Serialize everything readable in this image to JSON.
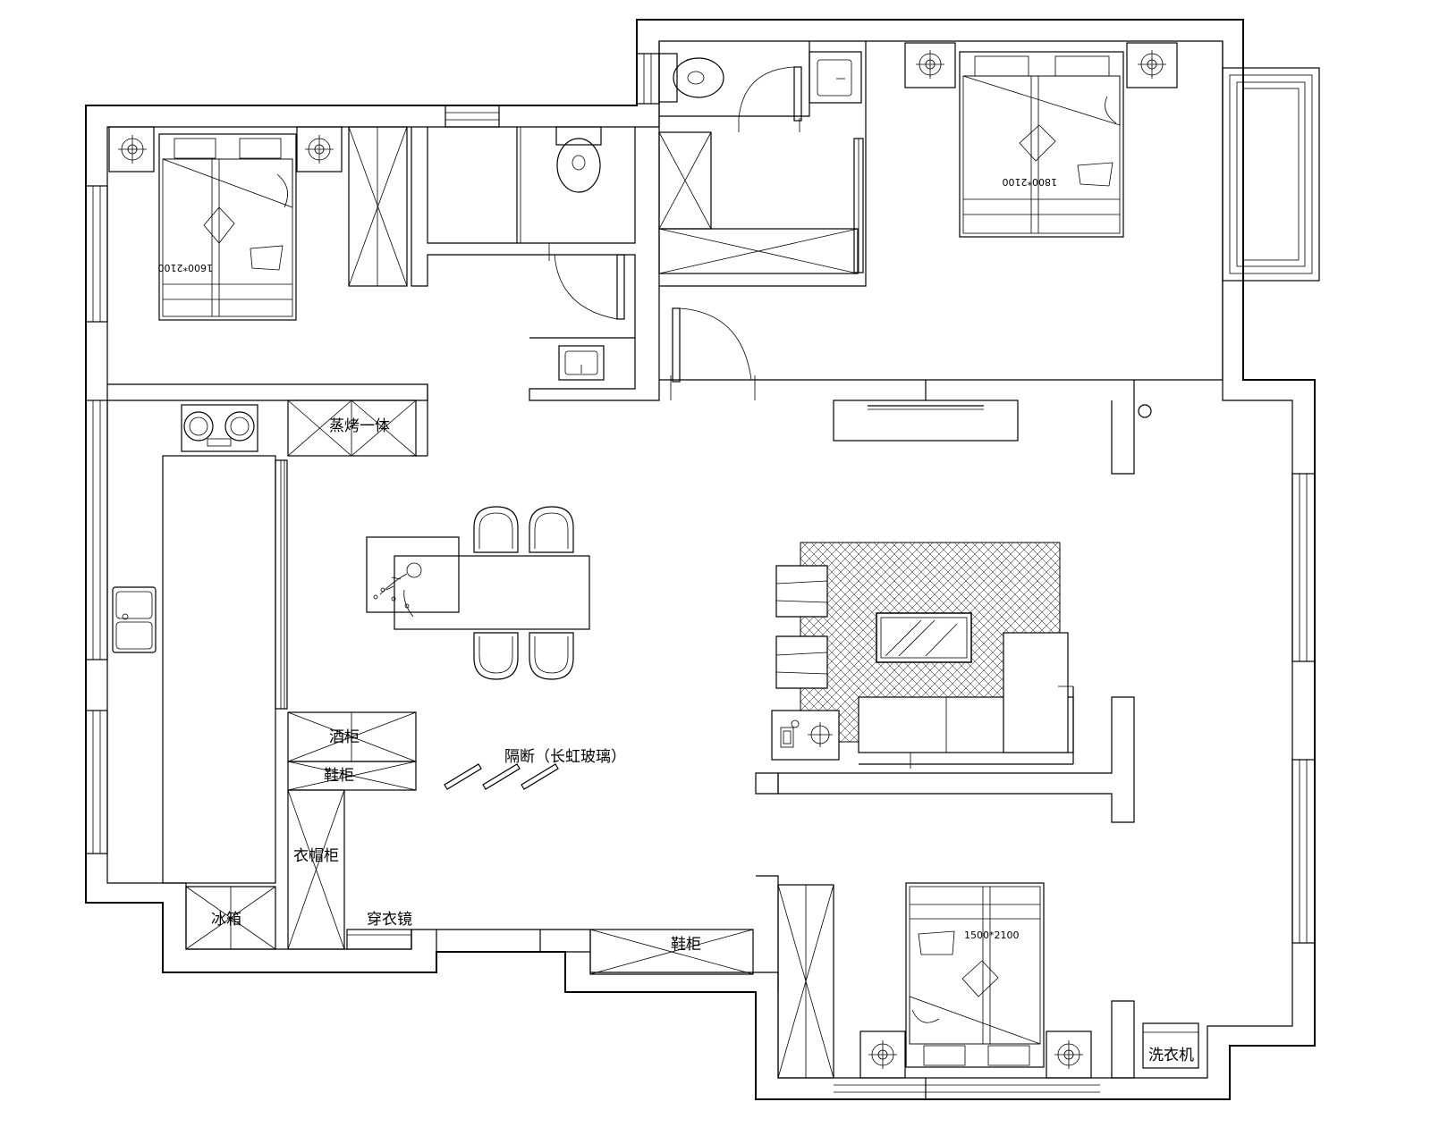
{
  "labels": {
    "oven_steam": "蒸烤一体",
    "wine_cabinet": "酒柜",
    "shoe_cabinet_inner": "鞋柜",
    "partition": "隔断（长虹玻璃）",
    "wardrobe": "衣帽柜",
    "fridge": "冰箱",
    "mirror": "穿衣镜",
    "shoe_cabinet_entry": "鞋柜",
    "washer": "洗衣机"
  },
  "beds": {
    "bed_left": "1600*2100",
    "bed_right": "1800*2100",
    "bed_bottom": "1500*2100"
  }
}
